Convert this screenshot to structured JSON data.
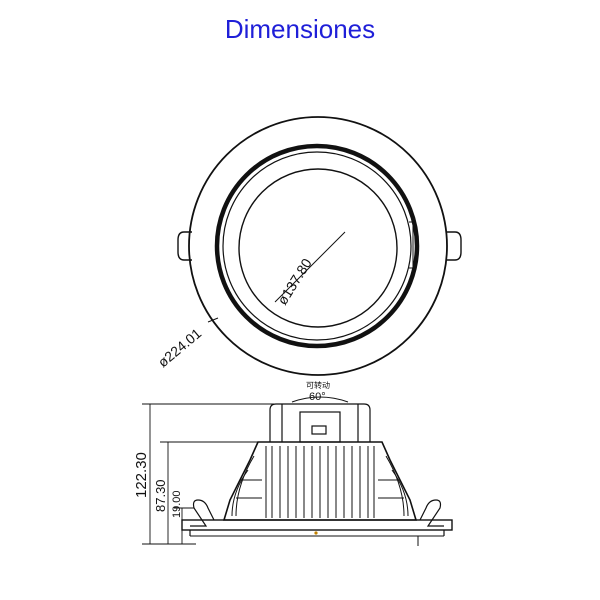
{
  "title": "Dimensiones",
  "colors": {
    "title": "#1f1fd8",
    "line": "#111111"
  },
  "top_view": {
    "outer_diameter_label": "ø224.01",
    "inner_diameter_label": "ø137.80"
  },
  "side_view": {
    "rotate_label": "可转动",
    "angle_label": "60°",
    "height_total": "122.30",
    "height_body": "87.30",
    "height_base": "19.00"
  }
}
